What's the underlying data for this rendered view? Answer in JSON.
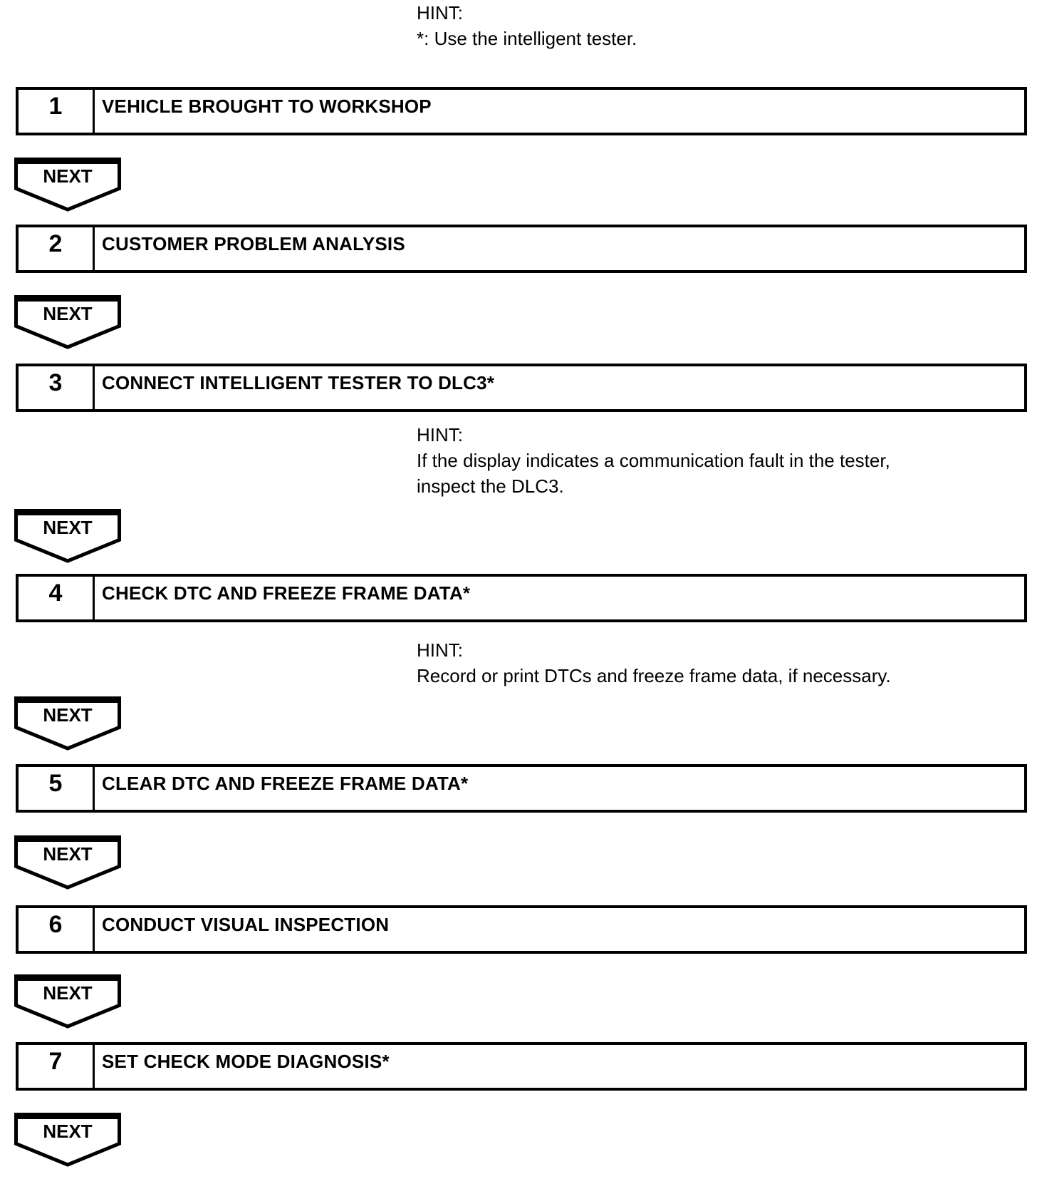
{
  "colors": {
    "ink": "#000000",
    "background": "#ffffff"
  },
  "top_hint": {
    "label": "HINT:",
    "lines": [
      "*: Use the intelligent tester."
    ]
  },
  "connector": {
    "label": "NEXT"
  },
  "steps": [
    {
      "number": "1",
      "title": "VEHICLE BROUGHT TO WORKSHOP"
    },
    {
      "number": "2",
      "title": "CUSTOMER PROBLEM ANALYSIS"
    },
    {
      "number": "3",
      "title": "CONNECT INTELLIGENT TESTER TO DLC3*",
      "hint": {
        "label": "HINT:",
        "lines": [
          "If the display indicates a communication fault in the tester,",
          "inspect the DLC3."
        ]
      }
    },
    {
      "number": "4",
      "title": "CHECK DTC AND FREEZE FRAME DATA*",
      "hint": {
        "label": "HINT:",
        "lines": [
          "Record or print DTCs and freeze frame data, if necessary."
        ]
      }
    },
    {
      "number": "5",
      "title": "CLEAR DTC AND FREEZE FRAME DATA*"
    },
    {
      "number": "6",
      "title": "CONDUCT VISUAL INSPECTION"
    },
    {
      "number": "7",
      "title": "SET CHECK MODE DIAGNOSIS*"
    }
  ]
}
